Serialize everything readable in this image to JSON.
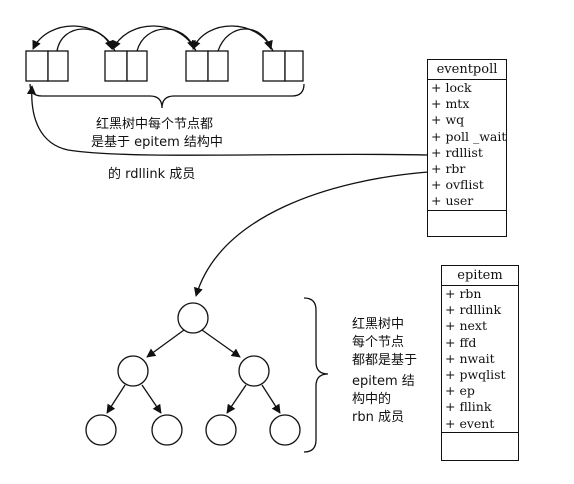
{
  "eventpoll": {
    "title": "eventpoll",
    "fields": [
      "+ lock",
      "+ mtx",
      "+ wq",
      "+ poll _wait",
      "+ rdllist",
      "+ rbr",
      "+ ovflist",
      "+ user"
    ]
  },
  "epitem": {
    "title": "epitem",
    "fields": [
      "+ rbn",
      "+ rdllink",
      "+ next",
      "+ ffd",
      "+ nwait",
      "+ pwqlist",
      "+ ep",
      "+ fllink",
      "+ event"
    ]
  },
  "annotation_top": {
    "line1": "红黑树中每个节点都",
    "line2": "是基于 epitem 结构中",
    "line3": "的 rdllink 成员"
  },
  "annotation_tree": {
    "line1": "红黑树中",
    "line2": "每个节点",
    "line3": "都都是基于",
    "line4": "epitem 结",
    "line5": "构中的",
    "line6": "rbn 成员"
  }
}
